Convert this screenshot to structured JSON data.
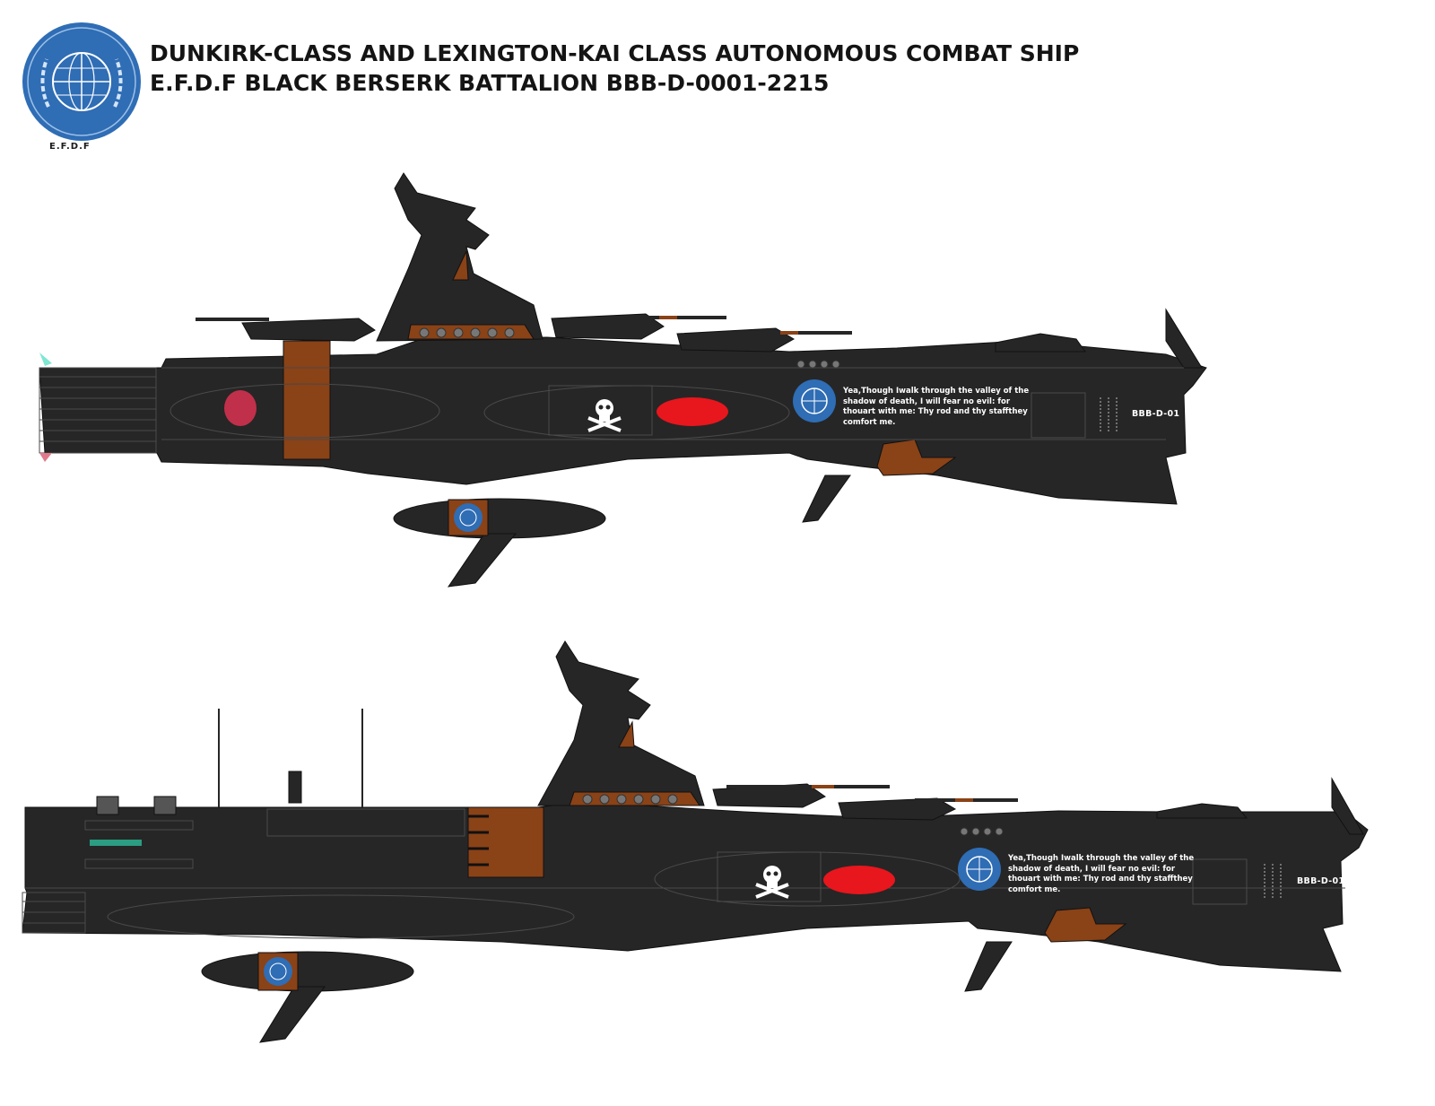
{
  "header": {
    "title_line1": "DUNKIRK-CLASS  AND LEXINGTON-KAI CLASS AUTONOMOUS COMBAT SHIP",
    "title_line2": "E.F.D.F BLACK BERSERK BATTALION BBB-D-0001-2215"
  },
  "emblem": {
    "caption": "E.F.D.F",
    "icon": "efdf-emblem-icon"
  },
  "ships": [
    {
      "name": "dunkirk-class",
      "verse": "Yea,Though Iwalk through the valley of the shadow of death, I will fear no evil: for thouart with me: Thy rod and thy staffthey comfort me.",
      "hull_number": "BBB-D-01"
    },
    {
      "name": "lexington-kai-class",
      "verse": "Yea,Though Iwalk through the valley of the shadow of death, I will fear no evil: for thouart with me: Thy rod and thy staffthey comfort me.",
      "hull_number": "BBB-D-01"
    }
  ],
  "colors": {
    "hull": "#262626",
    "panel_line": "#4a4a4a",
    "rust": "#8a4217",
    "red_marking": "#e8161d",
    "emblem_blue": "#2f6db5",
    "accent_teal": "#2a9d82"
  }
}
